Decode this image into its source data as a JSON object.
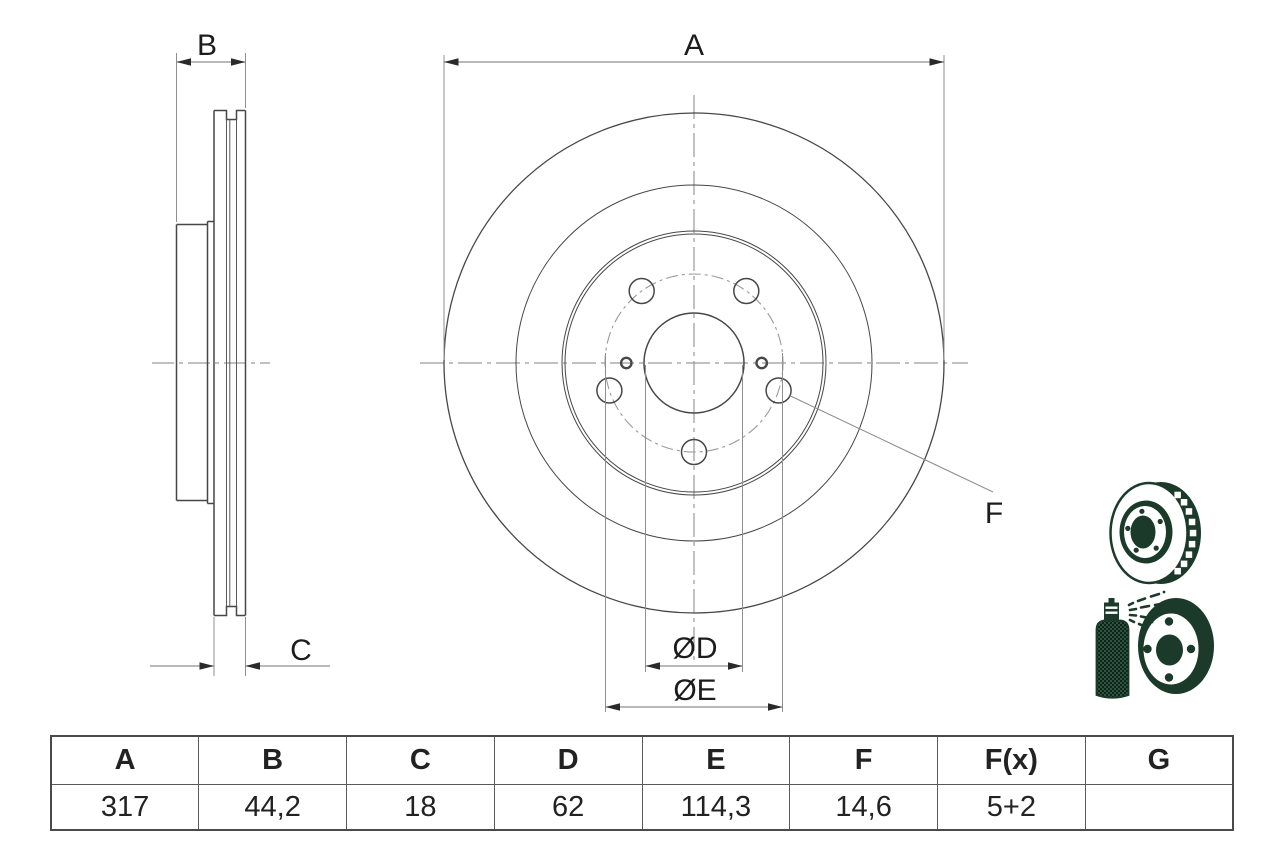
{
  "drawing": {
    "dimension_labels": {
      "A": "A",
      "B": "B",
      "C": "C",
      "F": "F",
      "OD": "ØD",
      "OE": "ØE"
    },
    "colors": {
      "outline": "#474747",
      "dimension_line": "#8f8f8f",
      "centerline": "#9a9a9a",
      "arrowhead": "#2a2a2a",
      "icon_green": "#1b3a29"
    }
  },
  "table": {
    "headers": [
      "A",
      "B",
      "C",
      "D",
      "E",
      "F",
      "F(x)",
      "G"
    ],
    "values": [
      "317",
      "44,2",
      "18",
      "62",
      "114,3",
      "14,6",
      "5+2",
      ""
    ]
  },
  "icons": {
    "top": "vented-brake-disc-3d-icon",
    "bottom": "spray-can-coated-disc-icon"
  }
}
